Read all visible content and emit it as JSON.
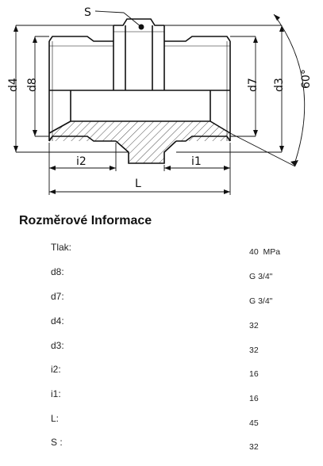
{
  "drawing": {
    "labels": {
      "s": "S",
      "d4": "d4",
      "d8": "d8",
      "d7": "d7",
      "d3": "d3",
      "angle": "60°",
      "i2": "i2",
      "i1": "i1",
      "l": "L"
    }
  },
  "info": {
    "title": "Rozměrové Informace",
    "rows": [
      {
        "label": "Tlak:",
        "value": "40  MPa"
      },
      {
        "label": "d8:",
        "value": "G 3/4\""
      },
      {
        "label": "d7:",
        "value": "G 3/4\""
      },
      {
        "label": "d4:",
        "value": "32"
      },
      {
        "label": "d3:",
        "value": "32"
      },
      {
        "label": "i2:",
        "value": "16"
      },
      {
        "label": "i1:",
        "value": "16"
      },
      {
        "label": "L:",
        "value": "45"
      },
      {
        "label": "S :",
        "value": "32"
      }
    ]
  }
}
